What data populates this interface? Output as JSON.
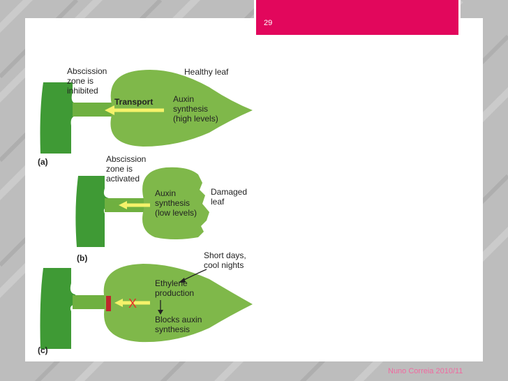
{
  "slide": {
    "number": "29",
    "footer": "Nuno Correia 2010/11"
  },
  "colors": {
    "accent": "#e2075c",
    "leaf_green": "#7fb84a",
    "stem_green": "#3f9a35",
    "arrow_yellow": "#f5f26a",
    "blocker_red": "#c0262c"
  },
  "panel_a": {
    "panel_label": "(a)",
    "zone_label": [
      "Abscission",
      "zone is",
      "inhibited"
    ],
    "leaf_label": "Healthy leaf",
    "transport_label": "Transport",
    "auxin_label": [
      "Auxin",
      "synthesis",
      "(high levels)"
    ]
  },
  "panel_b": {
    "panel_label": "(b)",
    "zone_label": [
      "Abscission",
      "zone is",
      "activated"
    ],
    "leaf_label": [
      "Damaged",
      "leaf"
    ],
    "auxin_label": [
      "Auxin",
      "synthesis",
      "(low levels)"
    ]
  },
  "panel_c": {
    "panel_label": "(c)",
    "condition_label": [
      "Short days,",
      "cool nights"
    ],
    "ethylene_label": [
      "Ethylene",
      "production"
    ],
    "blocks_label": [
      "Blocks auxin",
      "synthesis"
    ],
    "block_mark": "X"
  }
}
